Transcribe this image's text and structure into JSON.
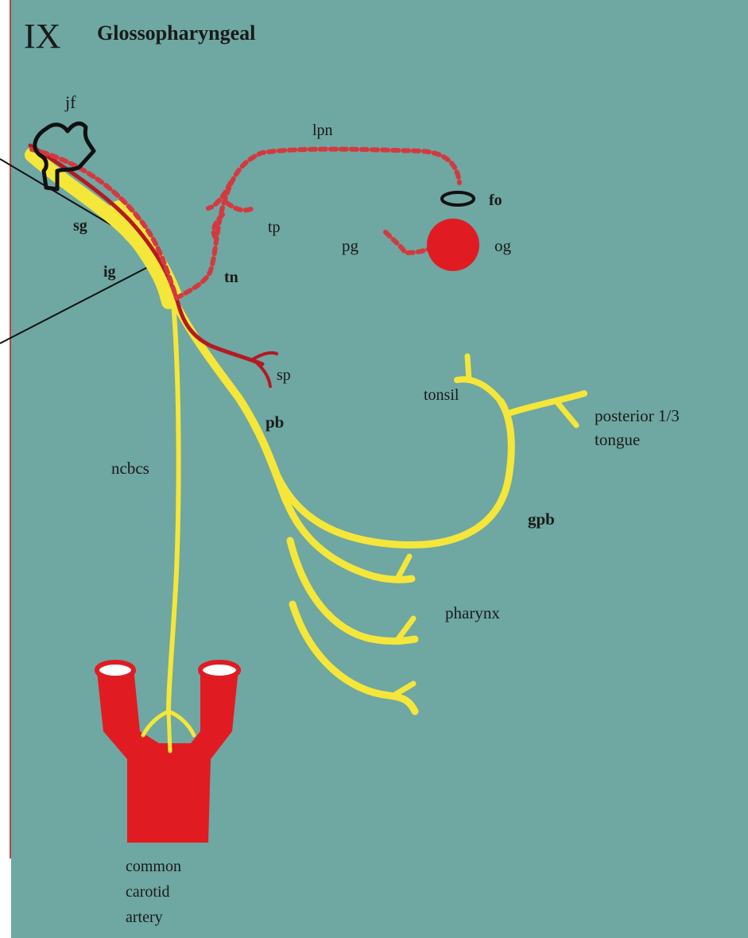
{
  "title": {
    "numeral": "IX",
    "name": "Glossopharyngeal"
  },
  "labels": {
    "jf": "jf",
    "lpn": "lpn",
    "fo": "fo",
    "og": "og",
    "pg": "pg",
    "tp": "tp",
    "sg": "sg",
    "ig": "ig",
    "tn": "tn",
    "sp": "sp",
    "pb": "pb",
    "ncbcs": "ncbcs",
    "tonsil": "tonsil",
    "posterior_line1": "posterior 1/3",
    "posterior_line2": "tongue",
    "gpb": "gpb",
    "pharynx": "pharynx",
    "carotid_line1": "common",
    "carotid_line2": "carotid",
    "carotid_line3": "artery"
  },
  "colors": {
    "background": "#6fa7a2",
    "nerve_yellow": "#f5e63a",
    "dark_red": "#b41a22",
    "bright_red": "#e11b22",
    "dotted_red": "#d4393f",
    "outline": "#111111"
  }
}
